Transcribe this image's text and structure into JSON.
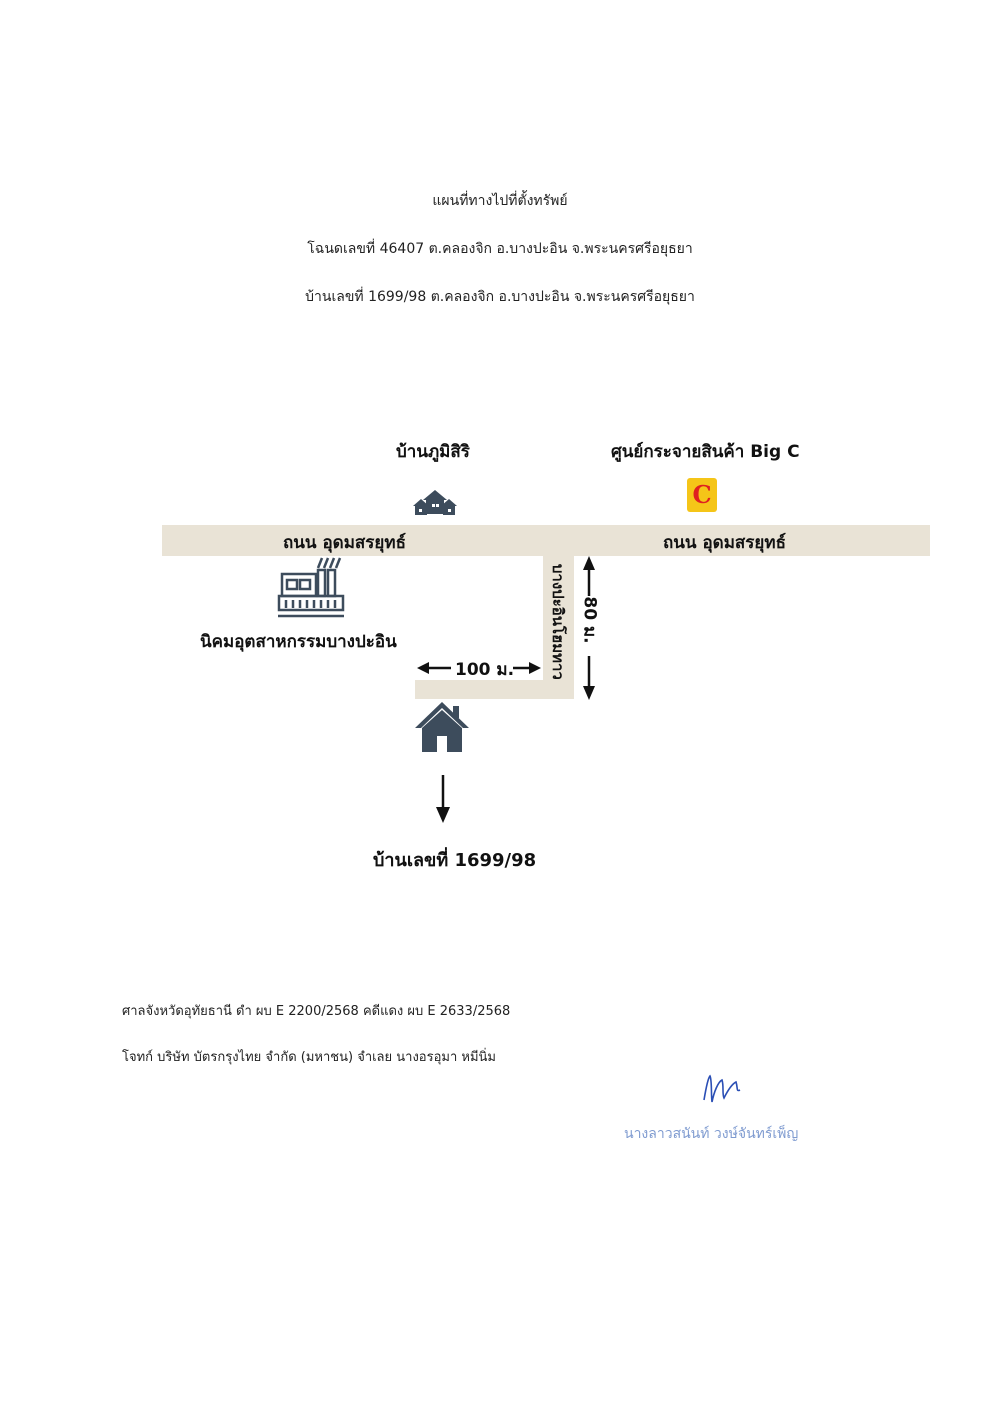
{
  "header": {
    "title": "แผนที่ทางไปที่ตั้งทรัพย์",
    "deed_line": "โฉนดเลขที่ 46407 ต.คลองจิก อ.บางปะอิน จ.พระนครศรีอยุธยา",
    "house_line": "บ้านเลขที่ 1699/98 ต.คลองจิก อ.บางปะอิน จ.พระนครศรีอยุธยา"
  },
  "map": {
    "landmark_village": "บ้านภูมิสิริ",
    "landmark_bigc": "ศูนย์กระจายสินค้า Big C",
    "bigc_logo_letter": "C",
    "road_left": "ถนน อุดมสรยุทธ์",
    "road_right": "ถนน อุดมสรยุทธ์",
    "industrial_estate": "นิคมอุตสาหกรรมบางปะอิน",
    "side_road": "บางปะอินโฮมทาวน์",
    "distance_horizontal": "100 ม.",
    "distance_vertical": "80 ม.",
    "destination": "บ้านเลขที่ 1699/98",
    "colors": {
      "road": "#e9e3d6",
      "bigc_yellow": "#f5c518",
      "bigc_red": "#e02020",
      "icon": "#3d4c5c"
    },
    "icons": [
      "village-icon",
      "bigc-logo-icon",
      "factory-icon",
      "house-icon",
      "arrow-down-icon"
    ]
  },
  "footer": {
    "court_line": "ศาลจังหวัดอุทัยธานี ดำ ผบ E 2200/2568  คดีแดง ผบ E 2633/2568",
    "parties_line": "โจทก์ บริษัท บัตรกรุงไทย จำกัด (มหาชน)    จำเลย นางอรอุมา หมีนิ่ม"
  },
  "signature": {
    "signer_name": "นางลาวสนันท์ วงษ์จันทร์เพ็ญ"
  }
}
